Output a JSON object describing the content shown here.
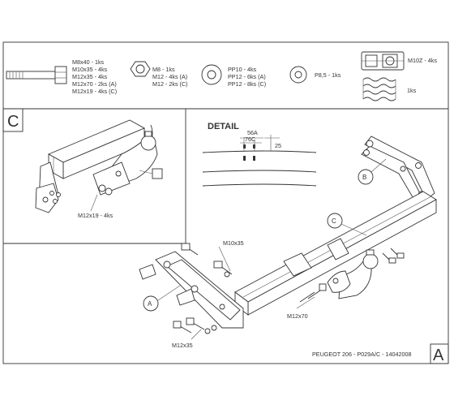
{
  "parts_list": {
    "bolts": [
      "M8x40 - 1ks",
      "M10x35 - 4ks",
      "M12x35 - 4ks",
      "M12x70 - 2ks (A)",
      "M12x19 - 4ks (C)"
    ],
    "nuts": [
      "M8 - 1ks",
      "M12 - 4ks (A)",
      "M12 - 2ks (C)"
    ],
    "washers_pp": [
      "PP10 - 4ks",
      "PP12 - 6ks (A)",
      "PP12 - 8ks (C)"
    ],
    "washer_p": "P8,5 - 1ks",
    "clamp": "M10Z - 4ks",
    "springs": "1ks"
  },
  "view_c": {
    "letter": "C",
    "bolt_label": "M12x19 - 4ks"
  },
  "detail": {
    "title": "DETAIL",
    "dim_56": "56A",
    "dim_76": "76C",
    "dim_25": "25"
  },
  "main_view": {
    "labels": {
      "a": "A",
      "b": "B",
      "c": "C",
      "m10x35": "M10x35",
      "m12x70": "M12x70",
      "m12x35": "M12x35"
    }
  },
  "footer": {
    "model": "PEUGEOT 206 - P029A/C - 14042008",
    "letter": "A"
  }
}
